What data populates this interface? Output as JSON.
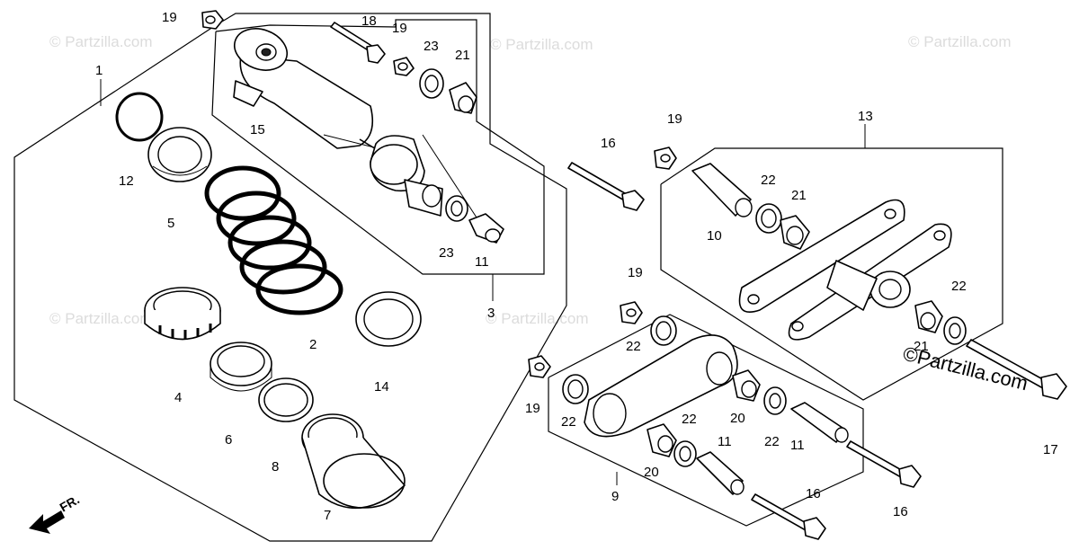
{
  "watermark": "© Partzilla.com",
  "copyright": "©Partzilla.com",
  "direction_label": "FR.",
  "labels": {
    "p1": "1",
    "p2": "2",
    "p3": "3",
    "p4": "4",
    "p5": "5",
    "p6": "6",
    "p7": "7",
    "p8": "8",
    "p9": "9",
    "p10": "10",
    "p11a": "11",
    "p11b": "11",
    "p11c": "11",
    "p12": "12",
    "p13": "13",
    "p14": "14",
    "p15": "15",
    "p16a": "16",
    "p16b": "16",
    "p16c": "16",
    "p17": "17",
    "p18": "18",
    "p19a": "19",
    "p19b": "19",
    "p19c": "19",
    "p19d": "19",
    "p19e": "19",
    "p20a": "20",
    "p20b": "20",
    "p21a": "21",
    "p21b": "21",
    "p21c": "21",
    "p22a": "22",
    "p22b": "22",
    "p22c": "22",
    "p22d": "22",
    "p22e": "22",
    "p22f": "22",
    "p23a": "23",
    "p23b": "23"
  }
}
